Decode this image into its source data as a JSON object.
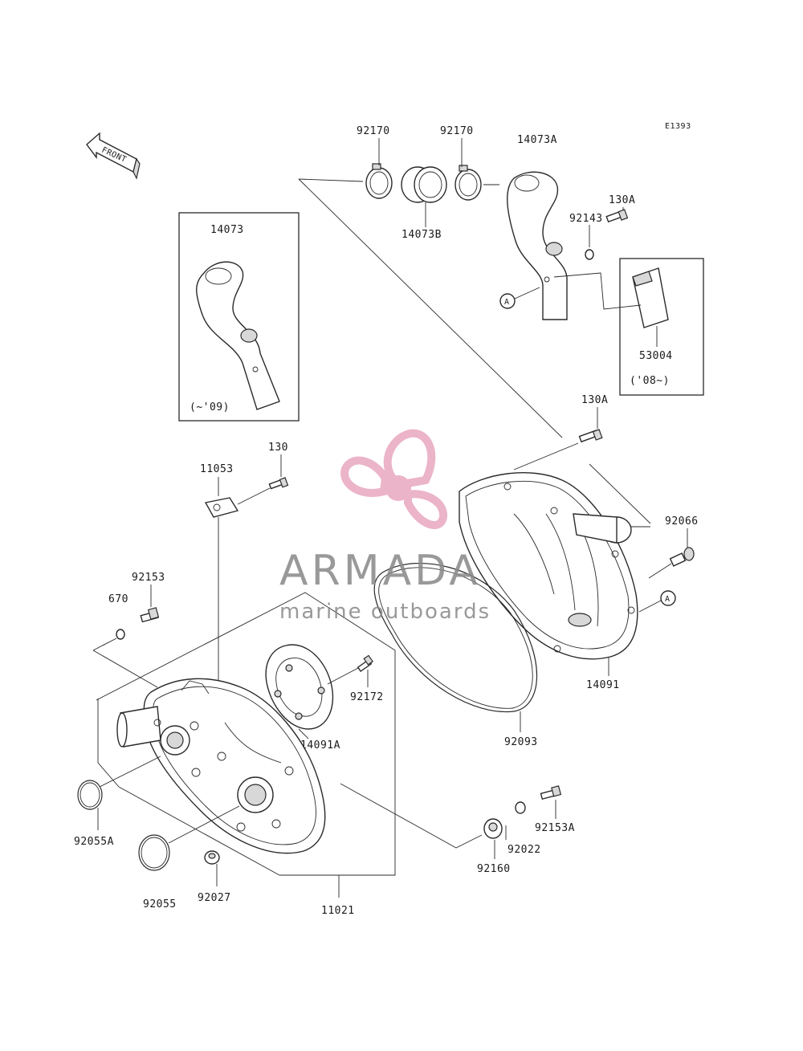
{
  "diagram_code": "E1393",
  "front_arrow_label": "FRONT",
  "reference_marker": "A",
  "watermark": {
    "brand": "ARMADA",
    "tagline": "marine outboards",
    "color": "#e8a7bf"
  },
  "parts": {
    "p92170_left": "92170",
    "p92170_right": "92170",
    "p14073B": "14073B",
    "p14073A": "14073A",
    "p130A_top": "130A",
    "p92143": "92143",
    "p53004": "53004",
    "p14073": "14073",
    "p130A_mid": "130A",
    "p130": "130",
    "p11053": "11053",
    "p92066": "92066",
    "p92153": "92153",
    "p670": "670",
    "p14091": "14091",
    "p92172": "92172",
    "p14091A": "14091A",
    "p92093": "92093",
    "p92153A": "92153A",
    "p92055A": "92055A",
    "p92022": "92022",
    "p92160": "92160",
    "p92055": "92055",
    "p92027": "92027",
    "p11021": "11021"
  },
  "notes": {
    "duct_09": "(~'09)",
    "sticker_08": "('08~)"
  }
}
